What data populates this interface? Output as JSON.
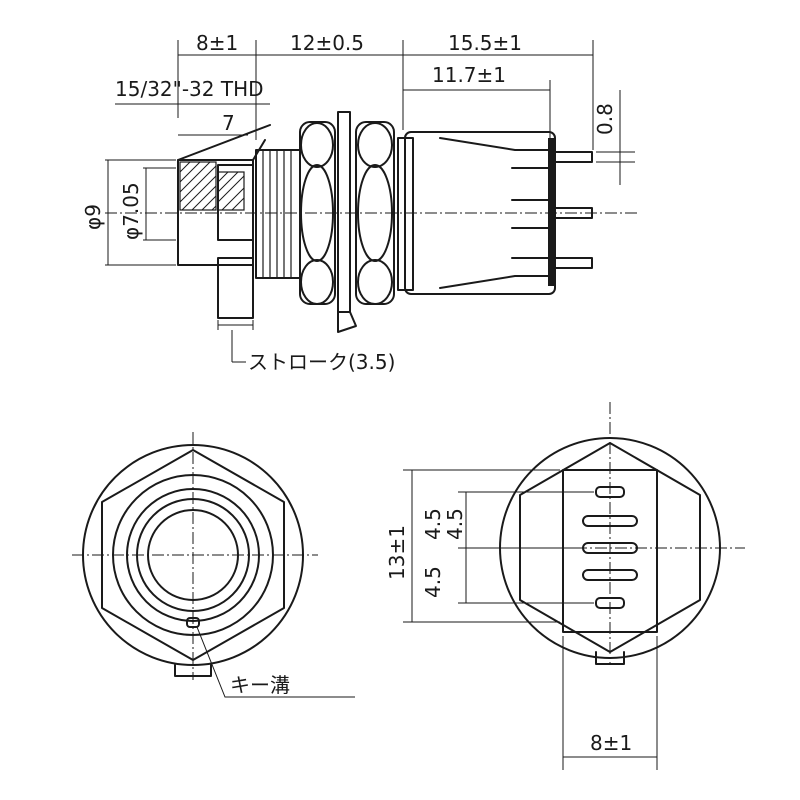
{
  "side_view": {
    "dims": {
      "d1": "8±1",
      "d2": "12±0.5",
      "d3": "15.5±1",
      "d4": "11.7±1",
      "d5": "0.8",
      "d6": "7",
      "d7": "φ9",
      "d8": "φ7.05"
    },
    "thread_label": "15/32\"-32 THD",
    "stroke_label": "ストローク(3.5)"
  },
  "front_view": {
    "key_label": "キー溝"
  },
  "rear_view": {
    "dims": {
      "height": "13±1",
      "pitch_top": "4.5",
      "pitch_upper": "4.5",
      "pitch_lower": "4.5",
      "width": "8±1"
    }
  }
}
